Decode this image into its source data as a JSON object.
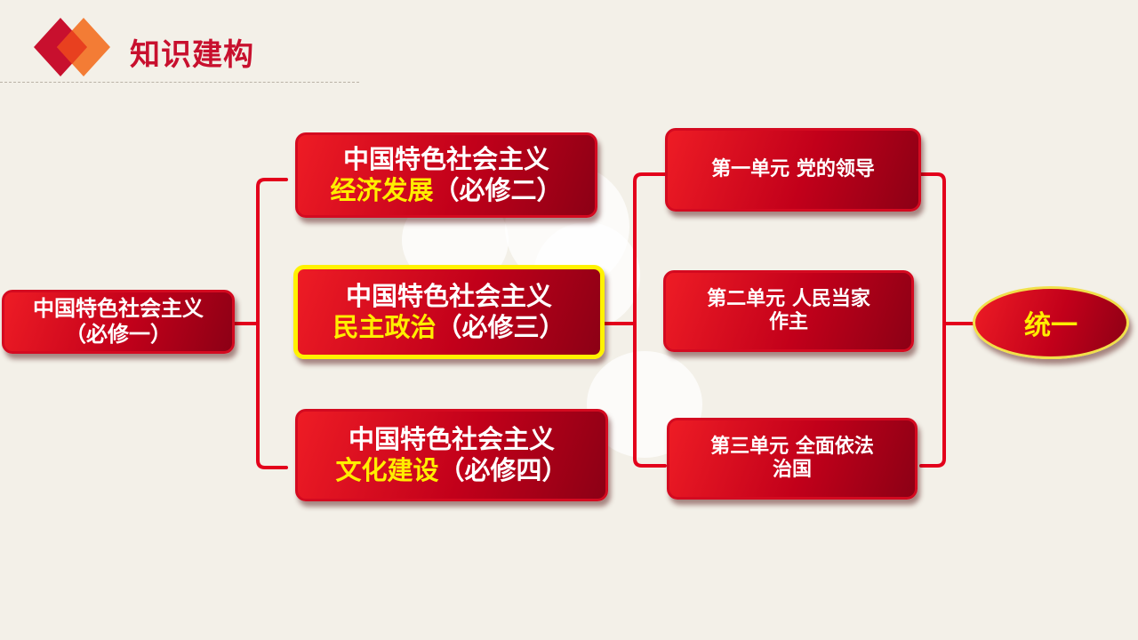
{
  "header": {
    "title": "知识建构"
  },
  "left_node": {
    "line1": "中国特色社会主义",
    "line2": "（必修一）"
  },
  "modules": [
    {
      "line1": "中国特色社会主义",
      "highlight": "经济发展",
      "suffix": "（必修二）"
    },
    {
      "line1": "中国特色社会主义",
      "highlight": "民主政治",
      "suffix": "（必修三）"
    },
    {
      "line1": "中国特色社会主义",
      "highlight": "文化建设",
      "suffix": "（必修四）"
    }
  ],
  "units": [
    {
      "line1": "第一单元 党的领导",
      "line2": ""
    },
    {
      "line1": "第二单元 人民当家",
      "line2": "作主"
    },
    {
      "line1": "第三单元 全面依法",
      "line2": "治国"
    }
  ],
  "result": {
    "label": "统一"
  },
  "colors": {
    "accent": "#c8102e",
    "highlight": "#ffee00",
    "background": "#f3f0e8",
    "connector": "#e3001b"
  }
}
